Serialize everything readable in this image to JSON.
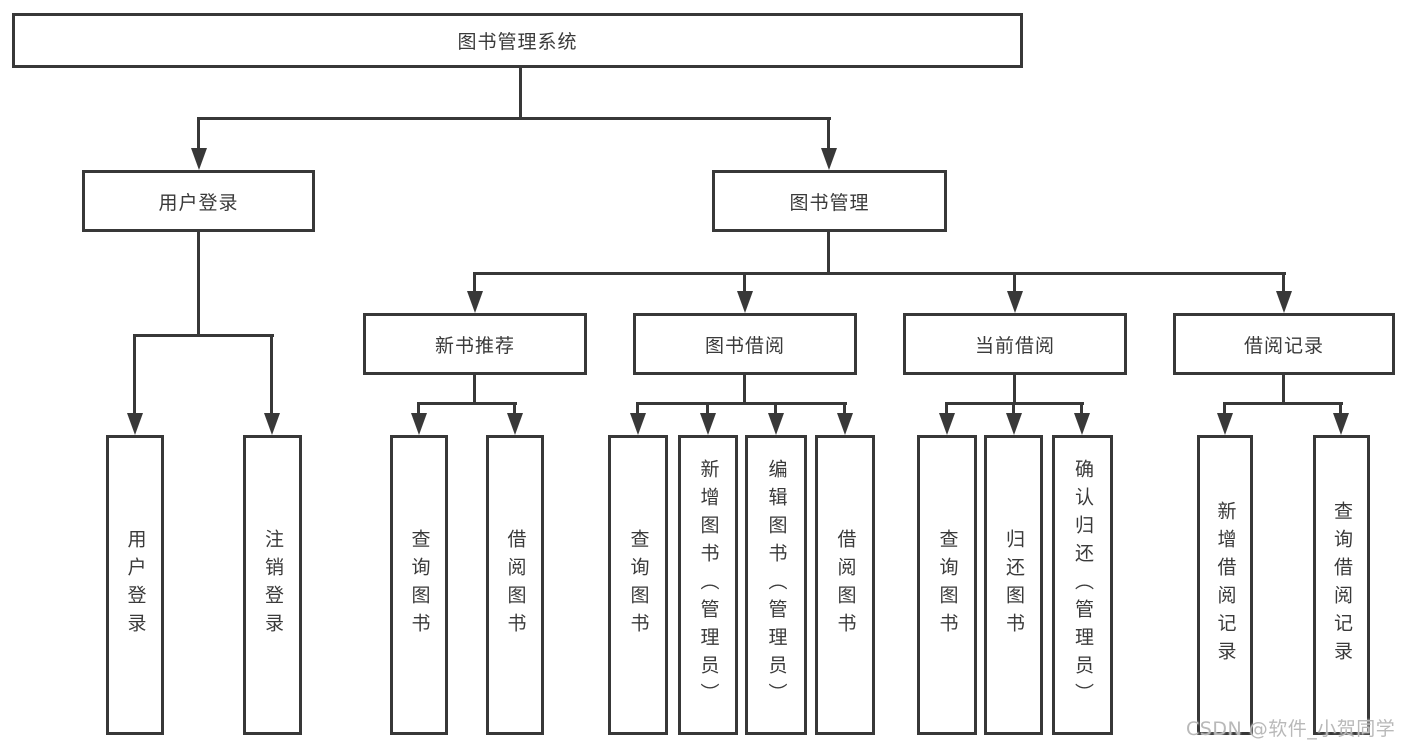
{
  "tree": {
    "root": "图书管理系统",
    "children": [
      {
        "label": "用户登录",
        "children": [
          "用户登录",
          "注销登录"
        ]
      },
      {
        "label": "图书管理",
        "children": [
          {
            "label": "新书推荐",
            "children": [
              "查询图书",
              "借阅图书"
            ]
          },
          {
            "label": "图书借阅",
            "children": [
              "查询图书",
              "新增图书（管理员）",
              "编辑图书（管理员）",
              "借阅图书"
            ]
          },
          {
            "label": "当前借阅",
            "children": [
              "查询图书",
              "归还图书",
              "确认归还（管理员）"
            ]
          },
          {
            "label": "借阅记录",
            "children": [
              "新增借阅记录",
              "查询借阅记录"
            ]
          }
        ]
      }
    ]
  },
  "watermark": {
    "text": "CSDN @软件_小贺同学"
  },
  "colors": {
    "line": "#383838",
    "text": "#3a3a3a",
    "watermark": "#b9b9b9",
    "background": "#ffffff"
  }
}
